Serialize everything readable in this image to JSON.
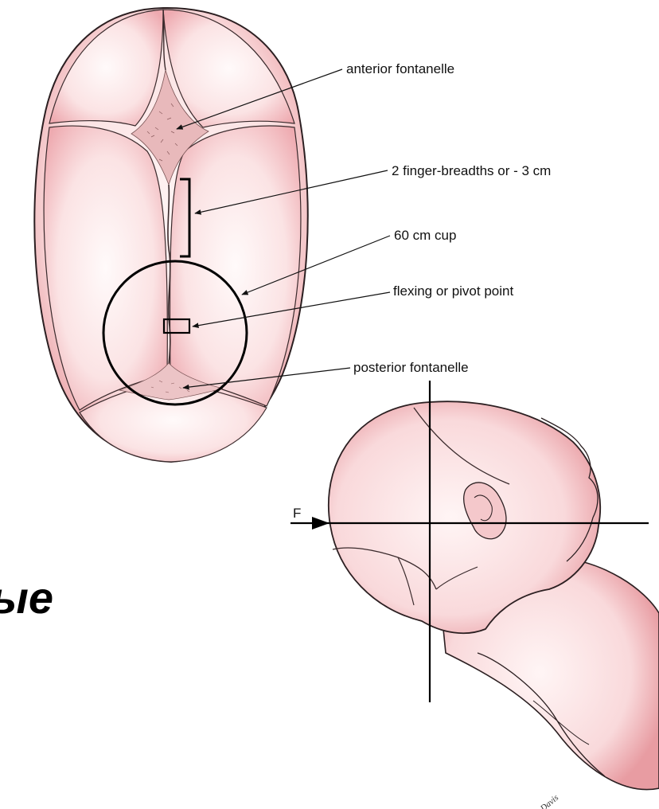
{
  "labels": {
    "anterior": "anterior fontanelle",
    "finger": "2 finger-breadths or - 3 cm",
    "cup": "60 cm cup",
    "pivot": "flexing or pivot point",
    "posterior": "posterior fontanelle",
    "force": "F",
    "partial_text": "ые"
  },
  "colors": {
    "skin": "#f7d4d6",
    "skin_shadow": "#e79aa0",
    "outline": "#2b1f21",
    "fontanelle": "#c98d90"
  },
  "illustrations": {
    "top": "fetal-skull-top-view",
    "side": "fetal-head-side-view"
  },
  "signature": "Davis"
}
